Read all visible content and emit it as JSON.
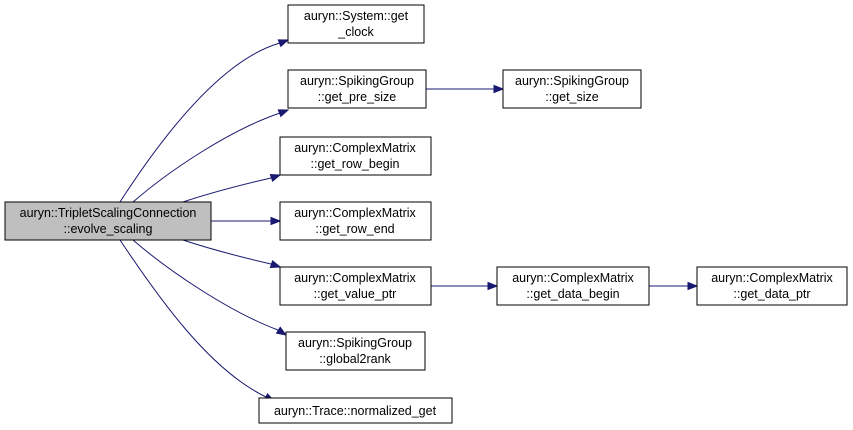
{
  "graph": {
    "root": {
      "line1": "auryn::TripletScalingConnection",
      "line2": "::evolve_scaling"
    },
    "nodes": [
      {
        "id": "system-get-clock",
        "line1": "auryn::System::get",
        "line2": "_clock"
      },
      {
        "id": "spikinggroup-get-pre-size",
        "line1": "auryn::SpikingGroup",
        "line2": "::get_pre_size"
      },
      {
        "id": "spikinggroup-get-size",
        "line1": "auryn::SpikingGroup",
        "line2": "::get_size"
      },
      {
        "id": "complexmatrix-get-row-begin",
        "line1": "auryn::ComplexMatrix",
        "line2": "::get_row_begin"
      },
      {
        "id": "complexmatrix-get-row-end",
        "line1": "auryn::ComplexMatrix",
        "line2": "::get_row_end"
      },
      {
        "id": "complexmatrix-get-value-ptr",
        "line1": "auryn::ComplexMatrix",
        "line2": "::get_value_ptr"
      },
      {
        "id": "complexmatrix-get-data-begin",
        "line1": "auryn::ComplexMatrix",
        "line2": "::get_data_begin"
      },
      {
        "id": "complexmatrix-get-data-ptr",
        "line1": "auryn::ComplexMatrix",
        "line2": "::get_data_ptr"
      },
      {
        "id": "spikinggroup-global2rank",
        "line1": "auryn::SpikingGroup",
        "line2": "::global2rank"
      },
      {
        "id": "trace-normalized-get",
        "line1": "auryn::Trace::normalized_get",
        "line2": ""
      }
    ],
    "edges": [
      [
        "root",
        "system-get-clock"
      ],
      [
        "root",
        "spikinggroup-get-pre-size"
      ],
      [
        "spikinggroup-get-pre-size",
        "spikinggroup-get-size"
      ],
      [
        "root",
        "complexmatrix-get-row-begin"
      ],
      [
        "root",
        "complexmatrix-get-row-end"
      ],
      [
        "root",
        "complexmatrix-get-value-ptr"
      ],
      [
        "complexmatrix-get-value-ptr",
        "complexmatrix-get-data-begin"
      ],
      [
        "complexmatrix-get-data-begin",
        "complexmatrix-get-data-ptr"
      ],
      [
        "root",
        "spikinggroup-global2rank"
      ],
      [
        "root",
        "trace-normalized-get"
      ]
    ],
    "colors": {
      "edge": "#191970",
      "root_fill": "#bfbfbf",
      "node_fill": "#ffffff",
      "border": "#000000"
    }
  }
}
